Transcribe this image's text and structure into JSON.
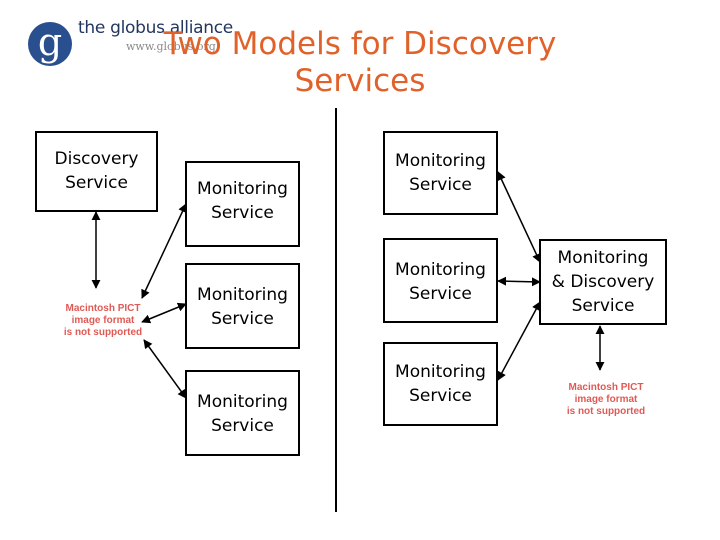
{
  "logo": {
    "name": "the globus alliance",
    "url": "www.globus.org",
    "mark": "g"
  },
  "title": "Two Models for Discovery\nServices",
  "left_model": {
    "discovery": "Discovery\nService",
    "monitors": [
      "Monitoring\nService",
      "Monitoring\nService",
      "Monitoring\nService"
    ],
    "placeholder": "Macintosh PICT\nimage format\nis not supported"
  },
  "right_model": {
    "monitors": [
      "Monitoring\nService",
      "Monitoring\nService",
      "Monitoring\nService"
    ],
    "combined": "Monitoring\n& Discovery\nService",
    "placeholder": "Macintosh PICT\nimage format\nis not supported"
  },
  "colors": {
    "title": "#e0622a",
    "logo": "#2a4f8f",
    "placeholder": "#e05a55"
  }
}
